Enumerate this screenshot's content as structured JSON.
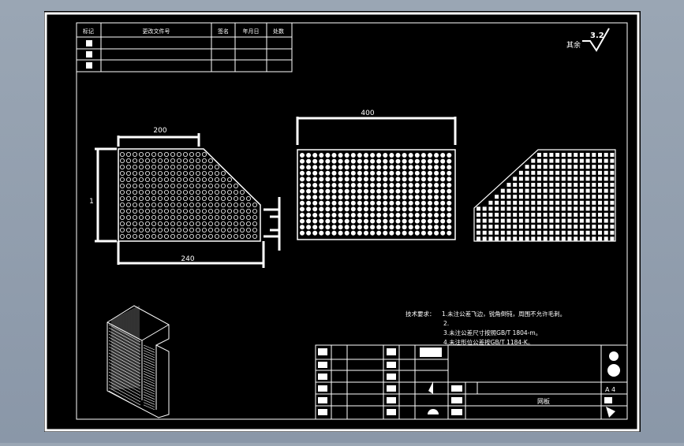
{
  "colors": {
    "background": "#8e9aab",
    "sheet": "#000000",
    "line": "#ffffff"
  },
  "drawing": {
    "roughness_label": "其余",
    "roughness_value": "3.2",
    "tech_req_title": "技术要求：",
    "tech_req": [
      "1.未注公差飞边，锐角倒钝，周围不允许毛刺。",
      "2.",
      "3.未注公差尺寸按照GB/T 1804-m。",
      "4.未注形位公差按GB/T 1184-K。"
    ],
    "revision_header": [
      "标记",
      "更改文件号",
      "签名",
      "年月日",
      "处数"
    ],
    "dimensions": {
      "front_top": "200",
      "front_bottom": "240",
      "front_left": "1",
      "top_view": "400"
    },
    "title_block": {
      "part_name": "网板",
      "scale": "A 4"
    }
  }
}
